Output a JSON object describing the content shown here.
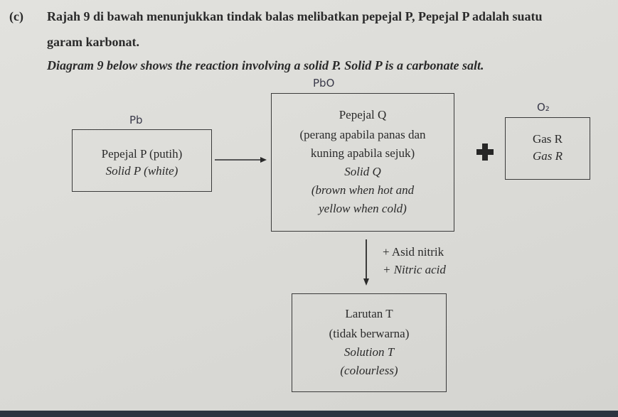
{
  "question": {
    "label": "(c)",
    "line1": "Rajah 9 di bawah menunjukkan tindak balas melibatkan pepejal P, Pepejal P adalah suatu",
    "line2": "garam karbonat.",
    "line3": "Diagram 9 below shows the reaction involving a solid P. Solid P is a carbonate salt."
  },
  "handwriting": {
    "above_q": "PbO",
    "above_p": "Pb",
    "above_r": "O₂"
  },
  "box_p": {
    "line1": "Pepejal P (putih)",
    "line2": "Solid P (white)"
  },
  "box_q": {
    "line1": "Pepejal Q",
    "line2": "(perang apabila panas dan",
    "line3": "kuning apabila sejuk)",
    "line4": "Solid Q",
    "line5": "(brown when hot and",
    "line6": "yellow when cold)"
  },
  "box_r": {
    "line1": "Gas R",
    "line2": "Gas R"
  },
  "arrow_down_label": {
    "line1": "+ Asid nitrik",
    "line2": "+ Nitric acid"
  },
  "box_t": {
    "line1": "Larutan T",
    "line2": "(tidak berwarna)",
    "line3": "Solution T",
    "line4": "(colourless)"
  }
}
